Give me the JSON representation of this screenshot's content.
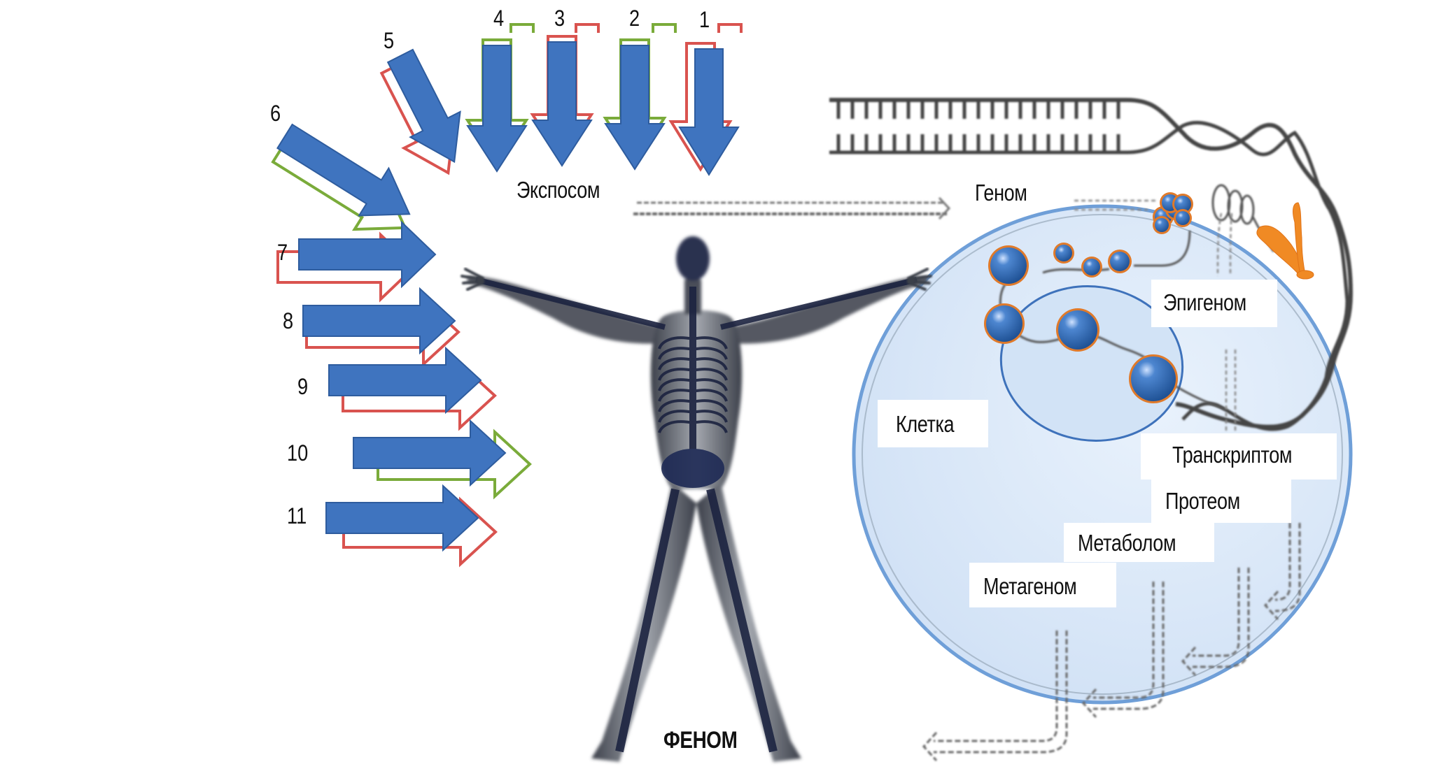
{
  "diagram": {
    "title": "ФЕНОМ",
    "exposome_label": "Экспосом",
    "genome_label": "Геном",
    "epigenome_label": "Эпигеном",
    "cell_label": "Клетка",
    "transcriptome_label": "Транскриптом",
    "proteome_label": "Протеом",
    "metabolome_label": "Метаболом",
    "metagenome_label": "Метагеном",
    "exposure_arrows": [
      {
        "number": "1",
        "outline_color": "#d9534f"
      },
      {
        "number": "2",
        "outline_color": "#7aab3a"
      },
      {
        "number": "3",
        "outline_color": "#d9534f"
      },
      {
        "number": "4",
        "outline_color": "#7aab3a"
      },
      {
        "number": "5",
        "outline_color": "#d9534f"
      },
      {
        "number": "6",
        "outline_color": "#7aab3a"
      },
      {
        "number": "7",
        "outline_color": "#d9534f"
      },
      {
        "number": "8",
        "outline_color": "#d9534f"
      },
      {
        "number": "9",
        "outline_color": "#d9534f"
      },
      {
        "number": "10",
        "outline_color": "#7aab3a"
      },
      {
        "number": "11",
        "outline_color": "#d9534f"
      }
    ],
    "colors": {
      "arrow_fill": "#3f74bf",
      "arrow_stroke": "#2e5c9e",
      "cell_fill": "#dbe8f7",
      "cell_stroke": "#6f9fd8",
      "dna": "#444444",
      "nucleosome": "#2e68b0",
      "nucleosome_ring": "#e07a2a",
      "protein": "#f08a24",
      "figure": "#6b6f78",
      "skeleton": "#1c2340"
    }
  }
}
